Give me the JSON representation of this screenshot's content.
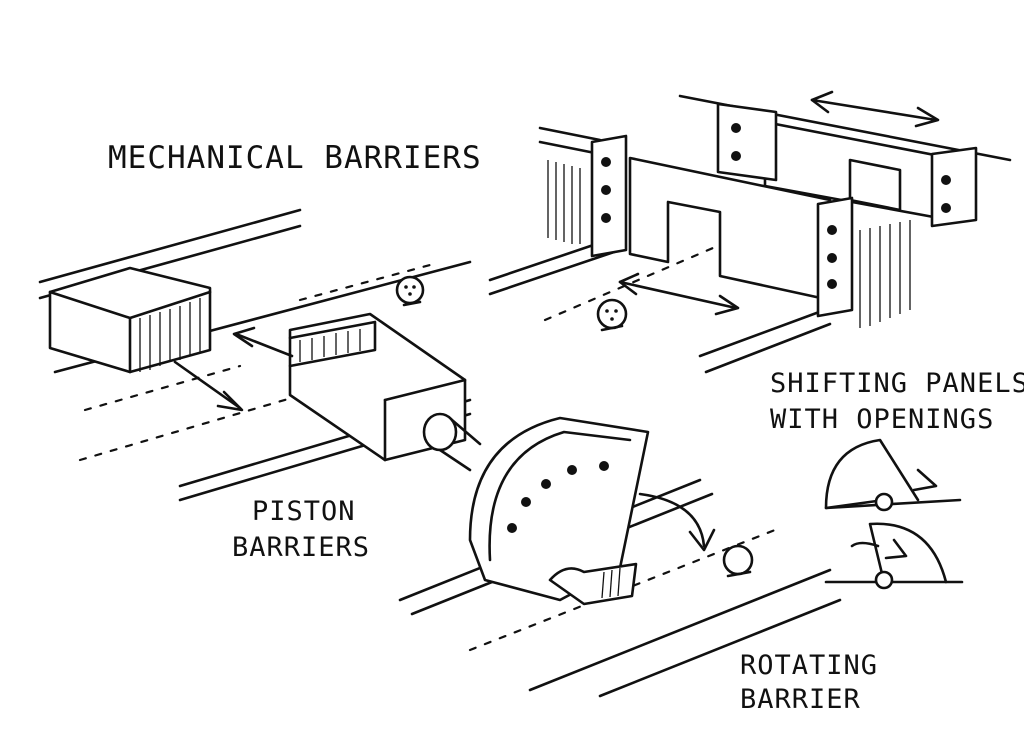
{
  "title": "MECHANICAL BARRIERS",
  "labels": {
    "piston_line1": "PISTON",
    "piston_line2": "BARRIERS",
    "shifting_line1": "SHIFTING PANELS",
    "shifting_line2": "WITH OPENINGS",
    "rotating_line1": "ROTATING",
    "rotating_line2": "BARRIER"
  },
  "style": {
    "ink": "#111111",
    "paper": "#ffffff"
  }
}
